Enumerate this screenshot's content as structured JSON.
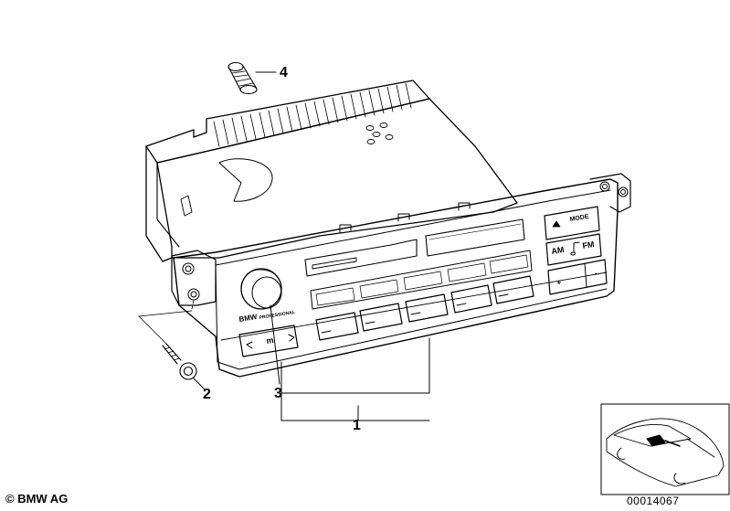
{
  "callouts": {
    "c1": "1",
    "c2": "2",
    "c3": "3",
    "c4": "4"
  },
  "radio_labels": {
    "brand": "BMW",
    "model": "PROFESSIONAL",
    "mode": "MODE",
    "am": "AM",
    "fm": "FM",
    "m": "m",
    "plus": "+",
    "minus": "-"
  },
  "footer": {
    "copyright": "© BMW AG",
    "part_number": "00014067"
  },
  "colors": {
    "line": "#000000",
    "background": "#ffffff",
    "inset_marker": "#000000"
  }
}
